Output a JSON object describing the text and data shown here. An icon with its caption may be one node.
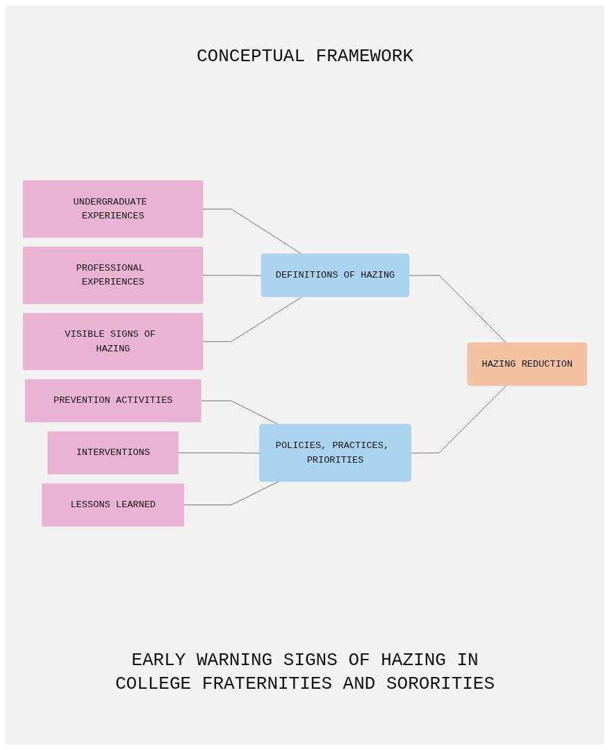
{
  "diagram": {
    "title": "CONCEPTUAL FRAMEWORK",
    "caption": "EARLY WARNING SIGNS OF HAZING IN COLLEGE FRATERNITIES AND SORORITIES",
    "nodes": [
      {
        "text": [
          "UNDERGRADUATE EXPERIENCES"
        ]
      },
      {
        "text": [
          "PROFESSIONAL EXPERIENCES"
        ]
      },
      {
        "text": [
          "VISIBLE SIGNS OF HAZING"
        ]
      },
      {
        "text": [
          "PREVENTION ACTIVITIES"
        ]
      },
      {
        "text": [
          "INTERVENTIONS"
        ]
      },
      {
        "text": [
          "LESSONS LEARNED"
        ]
      },
      {
        "text": [
          "DEFINITIONS OF HAZING"
        ]
      },
      {
        "text": [
          "HAZING REDUCTION"
        ]
      },
      {
        "text": [
          "POLICIES, PRACTICES, PRIORITIES"
        ]
      }
    ],
    "edges": [
      {
        "from": 0,
        "to": 6,
        "arrow": "none"
      },
      {
        "from": 1,
        "to": 6,
        "arrow": "none"
      },
      {
        "from": 2,
        "to": 6,
        "arrow": "none"
      },
      {
        "from": 6,
        "to": 7,
        "arrow": "none"
      },
      {
        "from": 3,
        "to": 8,
        "arrow": "none"
      },
      {
        "from": 4,
        "to": 8,
        "arrow": "none"
      },
      {
        "from": 5,
        "to": 8,
        "arrow": "none"
      },
      {
        "from": 8,
        "to": 7,
        "arrow": "none"
      }
    ]
  }
}
